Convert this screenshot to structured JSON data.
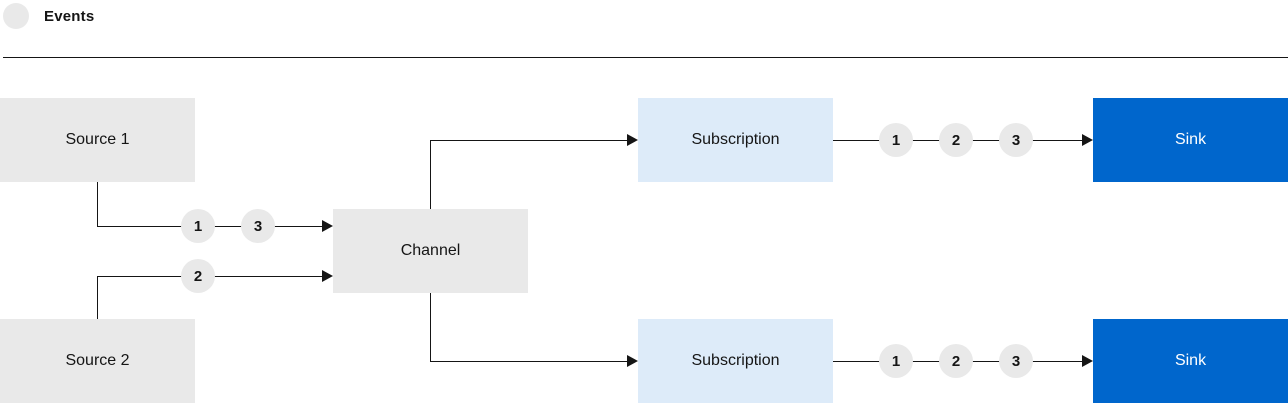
{
  "legend": {
    "label": "Events"
  },
  "colors": {
    "node_gray": "#e9e9e9",
    "node_light_blue": "#ddebf9",
    "node_blue": "#0066cc",
    "line": "#151515",
    "text_dark": "#151515",
    "text_on_blue": "#ffffff"
  },
  "nodes": {
    "source1": {
      "label": "Source 1"
    },
    "source2": {
      "label": "Source 2"
    },
    "channel": {
      "label": "Channel"
    },
    "subscription_top": {
      "label": "Subscription"
    },
    "subscription_bottom": {
      "label": "Subscription"
    },
    "sink_top": {
      "label": "Sink"
    },
    "sink_bottom": {
      "label": "Sink"
    }
  },
  "events": {
    "source1_to_channel": [
      "1",
      "3"
    ],
    "source2_to_channel": [
      "2"
    ],
    "subscription_top_to_sink": [
      "1",
      "2",
      "3"
    ],
    "subscription_bottom_to_sink": [
      "1",
      "2",
      "3"
    ]
  }
}
